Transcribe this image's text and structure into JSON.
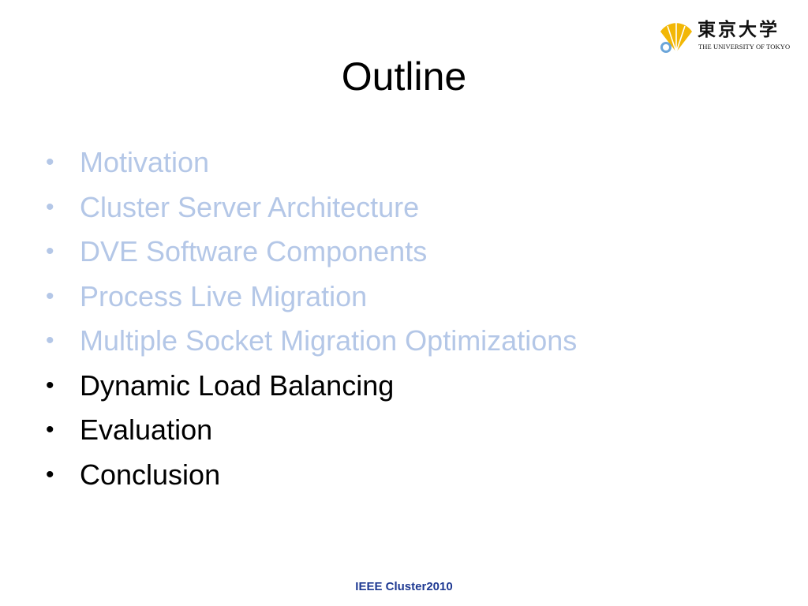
{
  "slide": {
    "title": "Outline",
    "logo": {
      "kanji": "東京大学",
      "english": "THE UNIVERSITY OF TOKYO",
      "icon": "ginkgo-leaf-icon",
      "colors": {
        "gold": "#f2b705",
        "blue": "#5b9bd5"
      }
    },
    "items": [
      {
        "label": "Motivation",
        "state": "dim"
      },
      {
        "label": "Cluster Server Architecture",
        "state": "dim"
      },
      {
        "label": "DVE Software Components",
        "state": "dim"
      },
      {
        "label": "Process Live Migration",
        "state": "dim"
      },
      {
        "label": "Multiple Socket Migration Optimizations",
        "state": "dim"
      },
      {
        "label": "Dynamic Load Balancing",
        "state": "active"
      },
      {
        "label": "Evaluation",
        "state": "active"
      },
      {
        "label": "Conclusion",
        "state": "active"
      }
    ],
    "bullet": "•",
    "footer": "IEEE Cluster2010",
    "colors": {
      "dim_text": "#b4c7e7",
      "active_text": "#000000",
      "footer_text": "#1f3a93"
    }
  }
}
